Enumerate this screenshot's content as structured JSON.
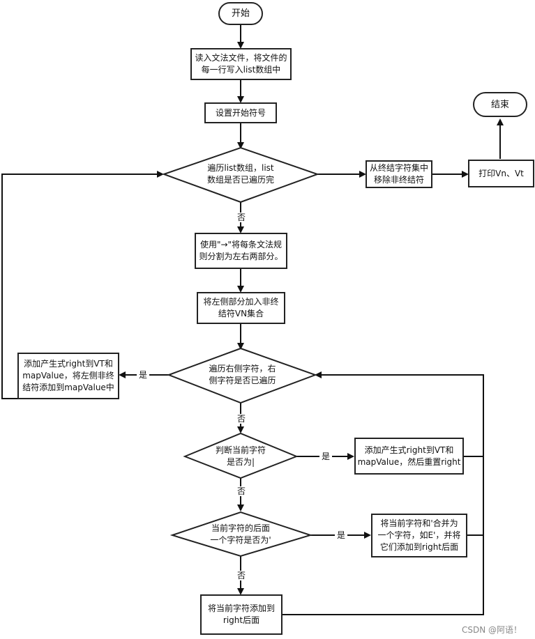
{
  "nodes": {
    "start": "开始",
    "read_file": "读入文法文件，将文件的\n每一行写入list数组中",
    "set_start": "设置开始符号",
    "loop_list": "遍历list数组，list\n数组是否已遍历完",
    "remove_nonterm": "从终结字符集中\n移除非终结符",
    "print_vn_vt": "打印Vn、Vt",
    "end": "结束",
    "split_rule": "使用\"→\"将每条文法规\n则分割为左右两部分。",
    "add_left_vn": "将左侧部分加入非终\n结符VN集合",
    "loop_right": "遍历右侧字符，右\n侧字符是否已遍历",
    "add_prod_left": "添加产生式right到VT和\nmapValue，将左侧非终\n结符添加到mapValue中",
    "is_bar": "判断当前字符\n是否为|",
    "add_prod_reset": "添加产生式right到VT和\nmapValue，然后重置right",
    "next_quote": "当前字符的后面\n一个字符是否为'",
    "merge_quote": "将当前字符和'合并为\n一个字符，如E'，并将\n它们添加到right后面",
    "append_char": "将当前字符添加到\nright后面"
  },
  "edge_labels": {
    "no1": "否",
    "yes1": "是",
    "no2": "否",
    "yes2": "是",
    "no3": "否",
    "yes3": "是",
    "no4": "否"
  },
  "watermark": "CSDN @阿语！"
}
